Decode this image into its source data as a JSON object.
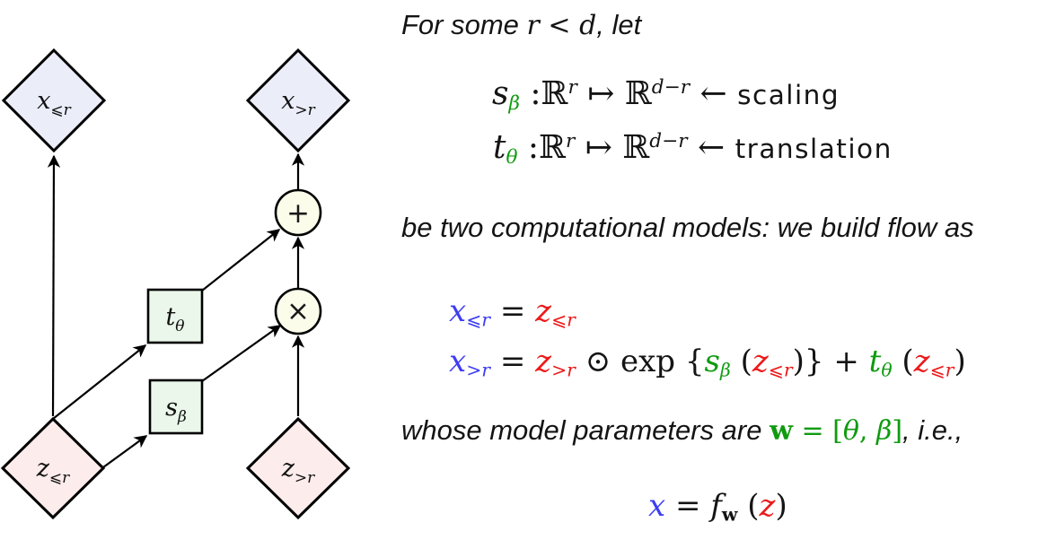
{
  "colors": {
    "ink": "#141414",
    "blue": "#3d3df2",
    "red": "#ec1a1a",
    "green": "#0f9b0f",
    "diamond_x_fill": "#ebedf9",
    "diamond_z_fill": "#fdecec",
    "box_fill": "#eaf7ea",
    "circle_fill": "#fcfceb",
    "stroke": "#000000"
  },
  "diagram": {
    "x_le": {
      "main": "x",
      "sub": "⩽r"
    },
    "x_gt": {
      "main": "x",
      "sub": ">r"
    },
    "z_le": {
      "main": "z",
      "sub": "⩽r"
    },
    "z_gt": {
      "main": "z",
      "sub": ">r"
    },
    "t_box": {
      "main": "t",
      "sub": "θ"
    },
    "s_box": {
      "main": "s",
      "sub": "β"
    },
    "plus_op": "+",
    "times_op": "×"
  },
  "text": {
    "intro": {
      "pre": "For some ",
      "math": "r < d",
      "post": ", let"
    },
    "scaling": {
      "fn": "s",
      "param": "β",
      "colon": " :",
      "set1": "ℝ",
      "sup1": "r",
      "mapsto": " ↦ ",
      "set2": "ℝ",
      "sup2": "d−r",
      "arrow": " ← ",
      "label": "scaling"
    },
    "translation": {
      "fn": "t",
      "param": "θ",
      "colon": " :",
      "set1": "ℝ",
      "sup1": "r",
      "mapsto": " ↦ ",
      "set2": "ℝ",
      "sup2": "d−r",
      "arrow": " ← ",
      "label": "translation"
    },
    "build": "be two computational models: we build flow as",
    "eq1": {
      "x": "x",
      "xsub": "⩽r",
      "eq": " = ",
      "z": "z",
      "zsub": "⩽r"
    },
    "eq2": {
      "x": "x",
      "xsub": ">r",
      "eq": " = ",
      "z1": "z",
      "z1sub": ">r",
      "odot": " ⊙ ",
      "exp": "exp",
      "lbrace": " {",
      "s": "s",
      "ssub": "β",
      "lp1": " (",
      "z2": "z",
      "z2sub": "⩽r",
      "rp1": ")",
      "rbrace": "}",
      "plus": " + ",
      "t": "t",
      "tsub": "θ",
      "lp2": " (",
      "z3": "z",
      "z3sub": "⩽r",
      "rp2": ")"
    },
    "params": {
      "pre": "whose model parameters are ",
      "w": "w",
      "eq": " = [",
      "theta": "θ",
      "comma": ", ",
      "beta": "β",
      "rbracket": "]",
      "post": ", i.e.,"
    },
    "final": {
      "x": "x",
      "eq": " = ",
      "f": "f",
      "fsub": "w",
      "lp": " (",
      "z": "z",
      "rp": ")"
    }
  }
}
